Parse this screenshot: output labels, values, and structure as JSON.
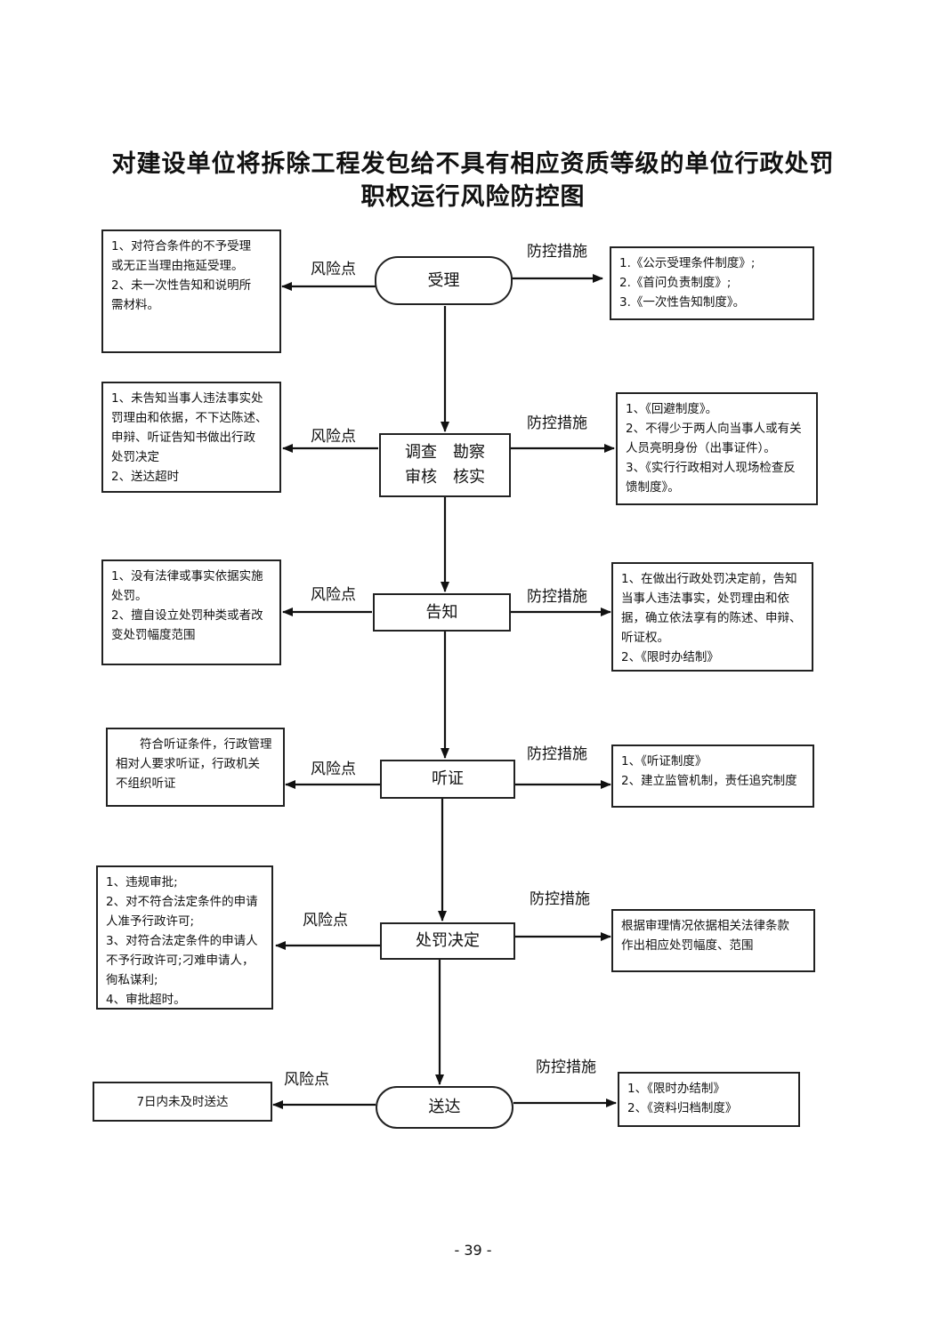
{
  "title": {
    "line1": "对建设单位将拆除工程发包给不具有相应资质等级的单位行政处罚",
    "line2": "职权运行风险防控图"
  },
  "labels": {
    "risk": "风险点",
    "control": "防控措施"
  },
  "steps": [
    {
      "name": "受理",
      "risk": "1、对符合条件的不予受理\n或无正当理由拖延受理。\n2、未一次性告知和说明所\n需材料。",
      "control": "1.《公示受理条件制度》;\n2.《首问负责制度》;\n3.《一次性告知制度》。"
    },
    {
      "name": "调查　勘察\n审核　核实",
      "risk": "1、未告知当事人违法事实处\n罚理由和依据，不下达陈述、\n申辩、听证告知书做出行政\n处罚决定\n2、送达超时",
      "control": "1、《回避制度》。\n2、不得少于两人向当事人或有关\n人员亮明身份（出事证件）。\n3、《实行行政相对人现场检查反\n馈制度》。"
    },
    {
      "name": "告知",
      "risk": "1、没有法律或事实依据实施\n处罚。\n2、擅自设立处罚种类或者改\n变处罚幅度范围",
      "control": "1、在做出行政处罚决定前，告知\n当事人违法事实，处罚理由和依\n据，确立依法享有的陈述、申辩、\n听证权。\n2、《限时办结制》"
    },
    {
      "name": "听证",
      "risk": "　　符合听证条件，行政管理\n相对人要求听证，行政机关\n不组织听证",
      "control": "1、《听证制度》\n2、建立监管机制，责任追究制度"
    },
    {
      "name": "处罚决定",
      "risk": "1、违规审批;\n2、对不符合法定条件的申请\n人准予行政许可;\n3、对符合法定条件的申请人\n不予行政许可;刁难申请人，\n徇私谋利;\n4、审批超时。",
      "control": "根据审理情况依据相关法律条款\n作出相应处罚幅度、范围"
    },
    {
      "name": "送达",
      "risk": "7日内未及时送达",
      "control": "1、《限时办结制》\n2、《资料归档制度》"
    }
  ],
  "page_number": "- 39 -"
}
